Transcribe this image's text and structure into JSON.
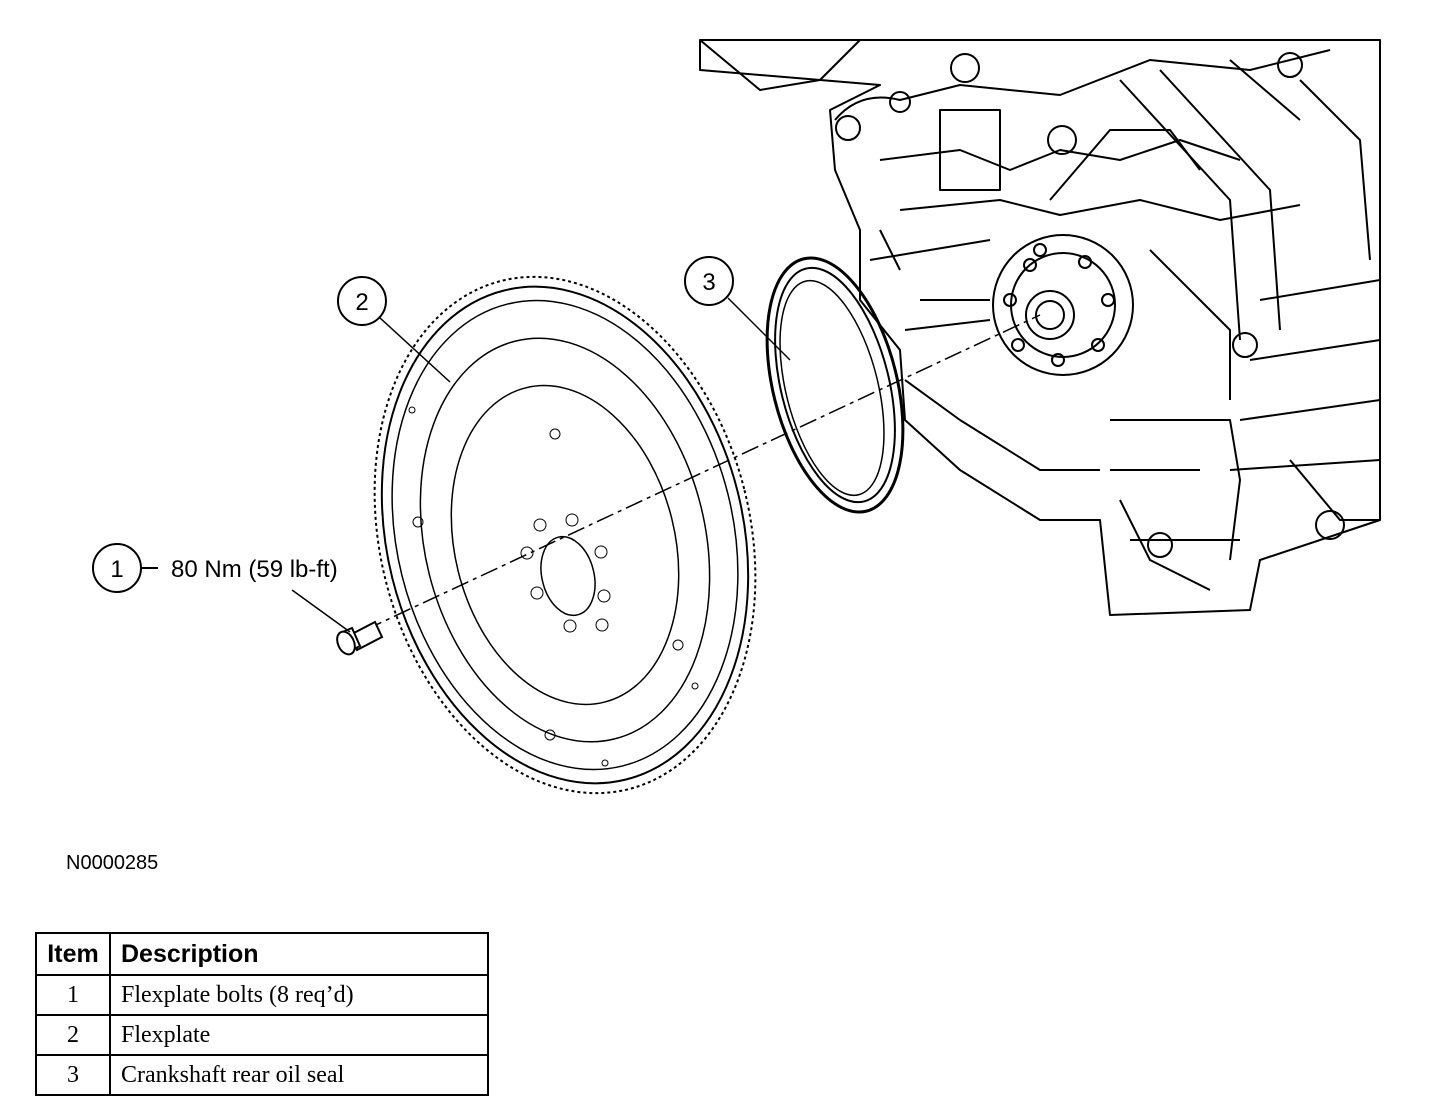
{
  "callouts": [
    {
      "number": "1",
      "text": "80 Nm (59 lb-ft)"
    },
    {
      "number": "2"
    },
    {
      "number": "3"
    }
  ],
  "figure_id": "N0000285",
  "table": {
    "headers": [
      "Item",
      "Description"
    ],
    "rows": [
      {
        "item": "1",
        "description": "Flexplate bolts (8 req’d)"
      },
      {
        "item": "2",
        "description": "Flexplate"
      },
      {
        "item": "3",
        "description": "Crankshaft rear oil seal"
      }
    ]
  }
}
